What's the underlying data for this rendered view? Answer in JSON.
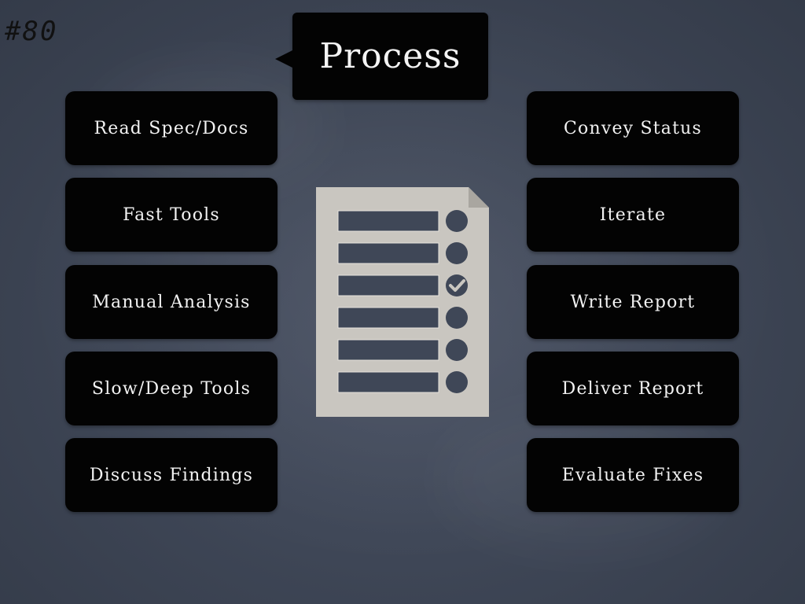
{
  "slide": {
    "number": "#80",
    "title": "Process"
  },
  "left_steps": [
    {
      "label": "Read Spec/Docs"
    },
    {
      "label": "Fast Tools"
    },
    {
      "label": "Manual Analysis"
    },
    {
      "label": "Slow/Deep Tools"
    },
    {
      "label": "Discuss Findings"
    }
  ],
  "right_steps": [
    {
      "label": "Convey Status"
    },
    {
      "label": "Iterate"
    },
    {
      "label": "Write Report"
    },
    {
      "label": "Deliver Report"
    },
    {
      "label": "Evaluate Fixes"
    }
  ],
  "checklist": {
    "icon": "checklist-document-icon",
    "items": [
      {
        "checked": false
      },
      {
        "checked": false
      },
      {
        "checked": true
      },
      {
        "checked": false
      },
      {
        "checked": false
      },
      {
        "checked": false
      }
    ]
  },
  "colors": {
    "background": "#3f4757",
    "box": "#030303",
    "text": "#f2f2f2",
    "document": "#c9c6c0",
    "document_inner": "#3f4757"
  }
}
